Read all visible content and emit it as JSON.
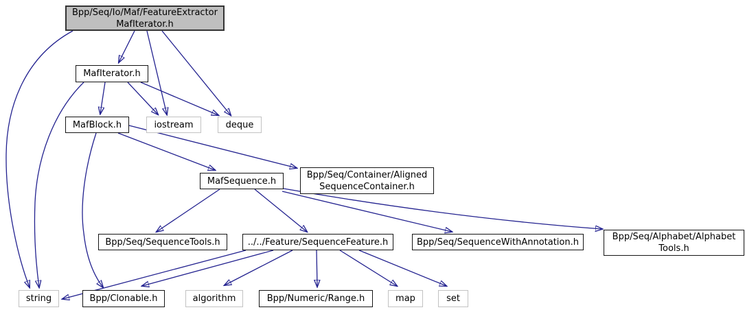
{
  "diagram": {
    "kind": "include-dependency-graph",
    "colors": {
      "edge": "#22218f",
      "main_node_fill": "#bfbfbf",
      "project_node_border": "#141414",
      "system_node_border": "#c2c2c2",
      "background": "#ffffff"
    },
    "nodes": {
      "main": {
        "line1": "Bpp/Seq/Io/Maf/FeatureExtractor",
        "line2": "MafIterator.h"
      },
      "mafiterator": {
        "label": "MafIterator.h"
      },
      "mafblock": {
        "label": "MafBlock.h"
      },
      "iostream": {
        "label": "iostream"
      },
      "deque": {
        "label": "deque"
      },
      "mafsequence": {
        "label": "MafSequence.h"
      },
      "alignedseqcontainer": {
        "line1": "Bpp/Seq/Container/Aligned",
        "line2": "SequenceContainer.h"
      },
      "sequencetools": {
        "label": "Bpp/Seq/SequenceTools.h"
      },
      "sequencefeature": {
        "label": "../../Feature/SequenceFeature.h"
      },
      "seqwithannotation": {
        "label": "Bpp/Seq/SequenceWithAnnotation.h"
      },
      "alphabettools": {
        "line1": "Bpp/Seq/Alphabet/Alphabet",
        "line2": "Tools.h"
      },
      "string": {
        "label": "string"
      },
      "clonable": {
        "label": "Bpp/Clonable.h"
      },
      "algorithm": {
        "label": "algorithm"
      },
      "range": {
        "label": "Bpp/Numeric/Range.h"
      },
      "map": {
        "label": "map"
      },
      "set": {
        "label": "set"
      }
    },
    "edges": [
      {
        "from": "main",
        "to": "string"
      },
      {
        "from": "main",
        "to": "mafiterator"
      },
      {
        "from": "main",
        "to": "iostream"
      },
      {
        "from": "main",
        "to": "deque"
      },
      {
        "from": "mafiterator",
        "to": "string"
      },
      {
        "from": "mafiterator",
        "to": "mafblock"
      },
      {
        "from": "mafiterator",
        "to": "iostream"
      },
      {
        "from": "mafiterator",
        "to": "deque"
      },
      {
        "from": "mafblock",
        "to": "clonable"
      },
      {
        "from": "mafblock",
        "to": "mafsequence"
      },
      {
        "from": "mafblock",
        "to": "alignedseqcontainer"
      },
      {
        "from": "mafsequence",
        "to": "sequencetools"
      },
      {
        "from": "mafsequence",
        "to": "sequencefeature"
      },
      {
        "from": "mafsequence",
        "to": "seqwithannotation"
      },
      {
        "from": "mafsequence",
        "to": "alphabettools"
      },
      {
        "from": "sequencefeature",
        "to": "string"
      },
      {
        "from": "sequencefeature",
        "to": "clonable"
      },
      {
        "from": "sequencefeature",
        "to": "algorithm"
      },
      {
        "from": "sequencefeature",
        "to": "range"
      },
      {
        "from": "sequencefeature",
        "to": "map"
      },
      {
        "from": "sequencefeature",
        "to": "set"
      }
    ]
  }
}
